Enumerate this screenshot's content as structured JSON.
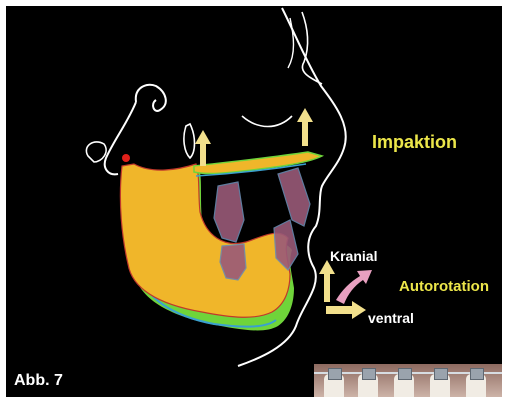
{
  "labels": {
    "impaktion": "Impaktion",
    "kranial": "Kranial",
    "autorotation": "Autorotation",
    "ventral": "ventral",
    "figure": "Abb. 7"
  },
  "colors": {
    "background": "#000000",
    "mandible_fill": "#f0b62a",
    "new_outline_green": "#6fd43a",
    "new_outline_blue": "#3aa0d0",
    "old_outline_red": "#c0392b",
    "arrow": "#f2e08c",
    "label_yellow": "#ece64a",
    "rotation_arrow": "#e8a0c0"
  }
}
